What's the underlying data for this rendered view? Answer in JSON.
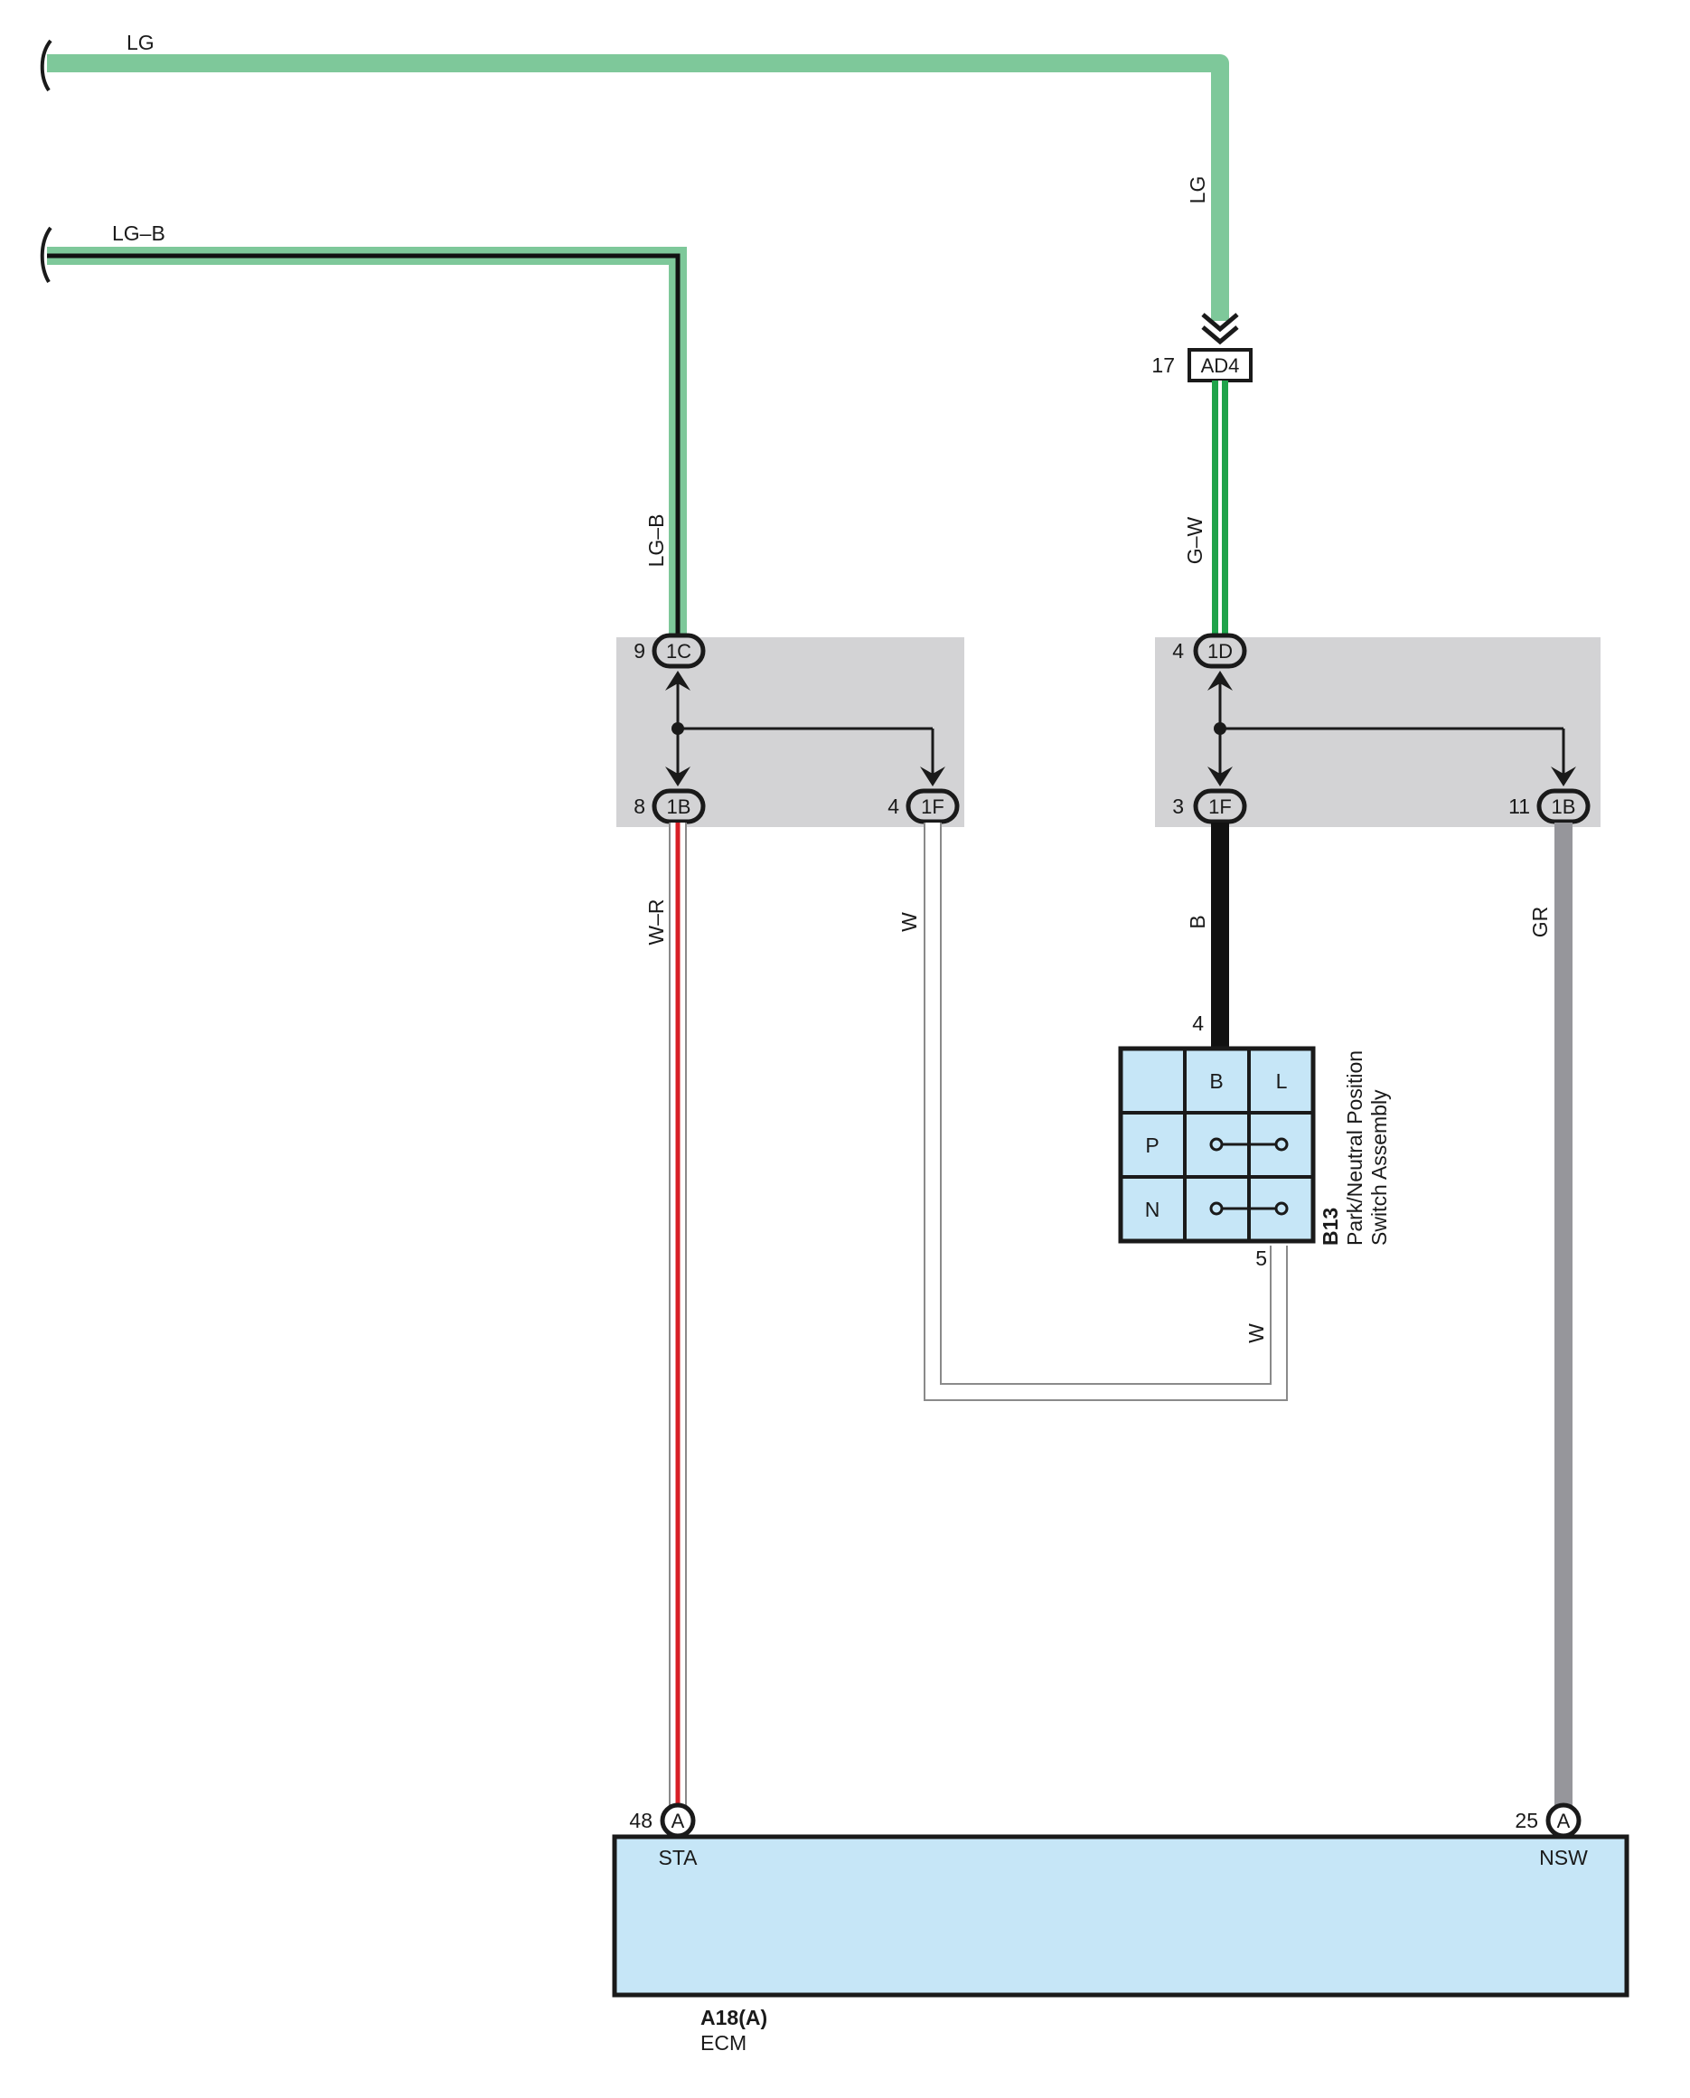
{
  "colors": {
    "LG": "#7ec89a",
    "G": "#1fa34a",
    "W": "#ffffff",
    "R": "#d81f26",
    "B": "#111111",
    "GR": "#96969b",
    "junction_bg": "#d3d3d5",
    "component_fill": "#c6e6f7"
  },
  "wires": {
    "lg_top": "LG",
    "lg_vertical": "LG",
    "lgb_top": "LG–B",
    "lgb_vertical": "LG–B",
    "gw": "G–W",
    "wr": "W–R",
    "w_left": "W",
    "b": "B",
    "gr": "GR",
    "w_right": "W"
  },
  "connectors": {
    "ad4": {
      "id": "AD4",
      "pin": "17"
    },
    "j1c": {
      "id": "1C",
      "pin": "9"
    },
    "j1b_left": {
      "id": "1B",
      "pin": "8"
    },
    "j1f_left": {
      "id": "1F",
      "pin": "4"
    },
    "j1d": {
      "id": "1D",
      "pin": "4"
    },
    "j1f_right": {
      "id": "1F",
      "pin": "3"
    },
    "j1b_right": {
      "id": "1B",
      "pin": "11"
    },
    "ecm_sta": {
      "id": "A",
      "pin": "48"
    },
    "ecm_nsw": {
      "id": "A",
      "pin": "25"
    }
  },
  "switch": {
    "code": "B13",
    "name_line1": "Park/Neutral Position",
    "name_line2": "Switch Assembly",
    "pin_top": "4",
    "pin_bottom": "5",
    "col_b": "B",
    "col_l": "L",
    "row_p": "P",
    "row_n": "N"
  },
  "ecm": {
    "code": "A18(A)",
    "name": "ECM",
    "terminal_sta": "STA",
    "terminal_nsw": "NSW"
  }
}
